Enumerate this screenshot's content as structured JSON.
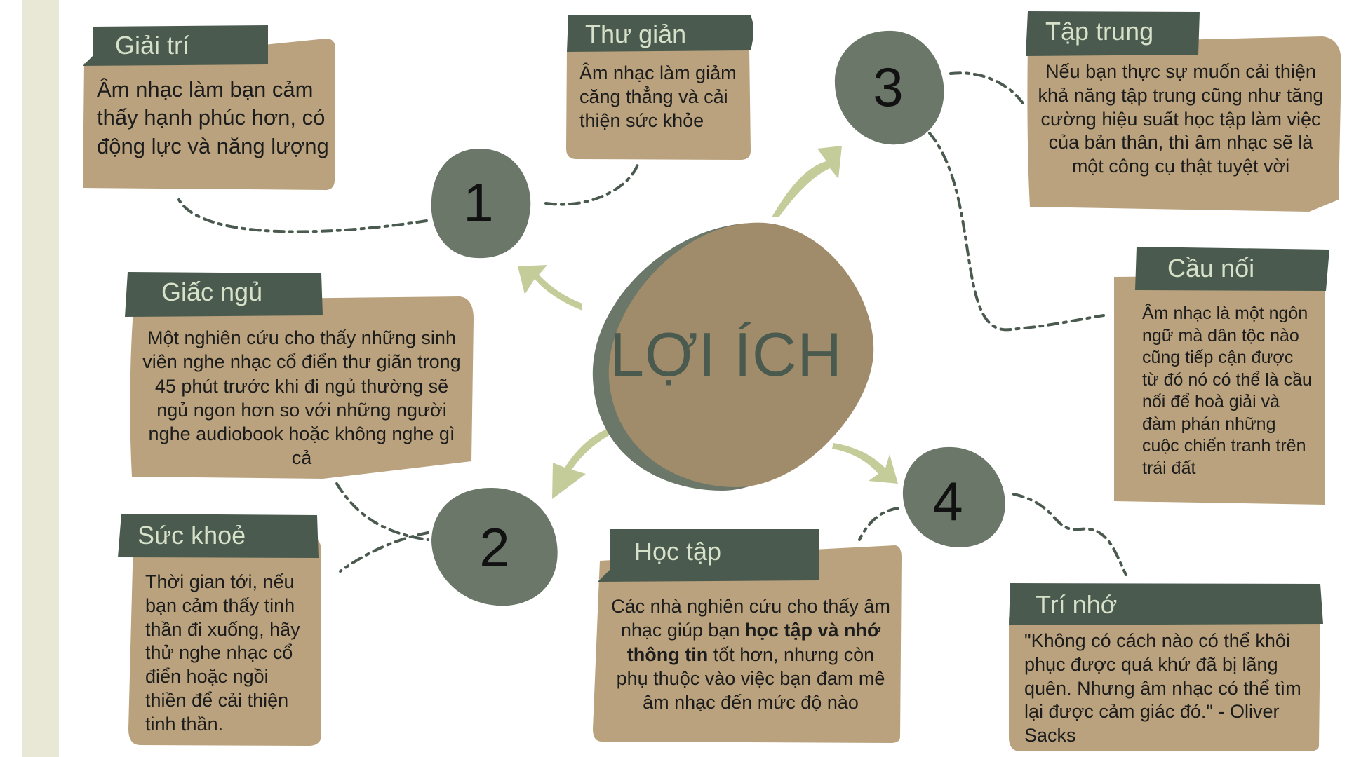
{
  "center": {
    "title": "LỢI ÍCH"
  },
  "numbers": [
    "1",
    "2",
    "3",
    "4"
  ],
  "cards": {
    "giai_tri": {
      "title": "Giải trí",
      "text": "Âm nhạc làm bạn cảm thấy hạnh phúc hơn, có động lực và năng lượng"
    },
    "thu_gian": {
      "title": "Thư giản",
      "text": "Âm nhạc làm giảm căng thẳng và cải thiện sức khỏe"
    },
    "tap_trung": {
      "title": "Tập trung",
      "text": "Nếu bạn thực sự muốn cải thiện khả năng tập trung cũng như tăng cường hiệu suất học tập làm việc của bản thân, thì âm nhạc sẽ là một công cụ thật tuyệt vời"
    },
    "giac_ngu": {
      "title": "Giấc ngủ",
      "text": "Một nghiên cứu cho thấy những sinh viên nghe nhạc cổ điển thư giãn trong 45 phút trước khi đi ngủ thường sẽ ngủ ngon hơn so với những người nghe audiobook hoặc không nghe gì cả"
    },
    "cau_noi": {
      "title": "Cầu nối",
      "text": "Âm nhạc là một ngôn ngữ mà dân tộc nào cũng tiếp cận được từ đó nó có thể là cầu nối để hoà giải và đàm phán những cuộc chiến tranh trên trái đất"
    },
    "suc_khoe": {
      "title": "Sức khoẻ",
      "text": "Thời gian tới, nếu bạn cảm thấy tinh thần đi xuống, hãy thử nghe nhạc cổ điển hoặc ngồi thiền để cải thiện tinh thần."
    },
    "hoc_tap": {
      "title": "Học tập",
      "text_before": "Các nhà nghiên cứu cho thấy âm nhạc giúp bạn ",
      "text_bold": "học tập và nhớ thông tin",
      "text_after": " tốt hơn, nhưng còn phụ thuộc vào việc bạn đam mê âm nhạc đến mức độ nào"
    },
    "tri_nho": {
      "title": "Trí nhớ",
      "text": "\"Không có cách nào có thể khôi phục được quá khứ đã bị lãng quên. Nhưng âm nhạc có thể tìm lại được cảm giác đó.\" - Oliver Sacks"
    }
  },
  "colors": {
    "card_fill": "#b9a27d",
    "title_band": "#4a5a4e",
    "circle_fill": "#6b7769",
    "center_fill": "#a08c6a",
    "center_shadow": "#6b7769",
    "arrow": "#c4cc9a",
    "left_stripe": "#e9e7d6",
    "connector": "#4a5a4e"
  }
}
